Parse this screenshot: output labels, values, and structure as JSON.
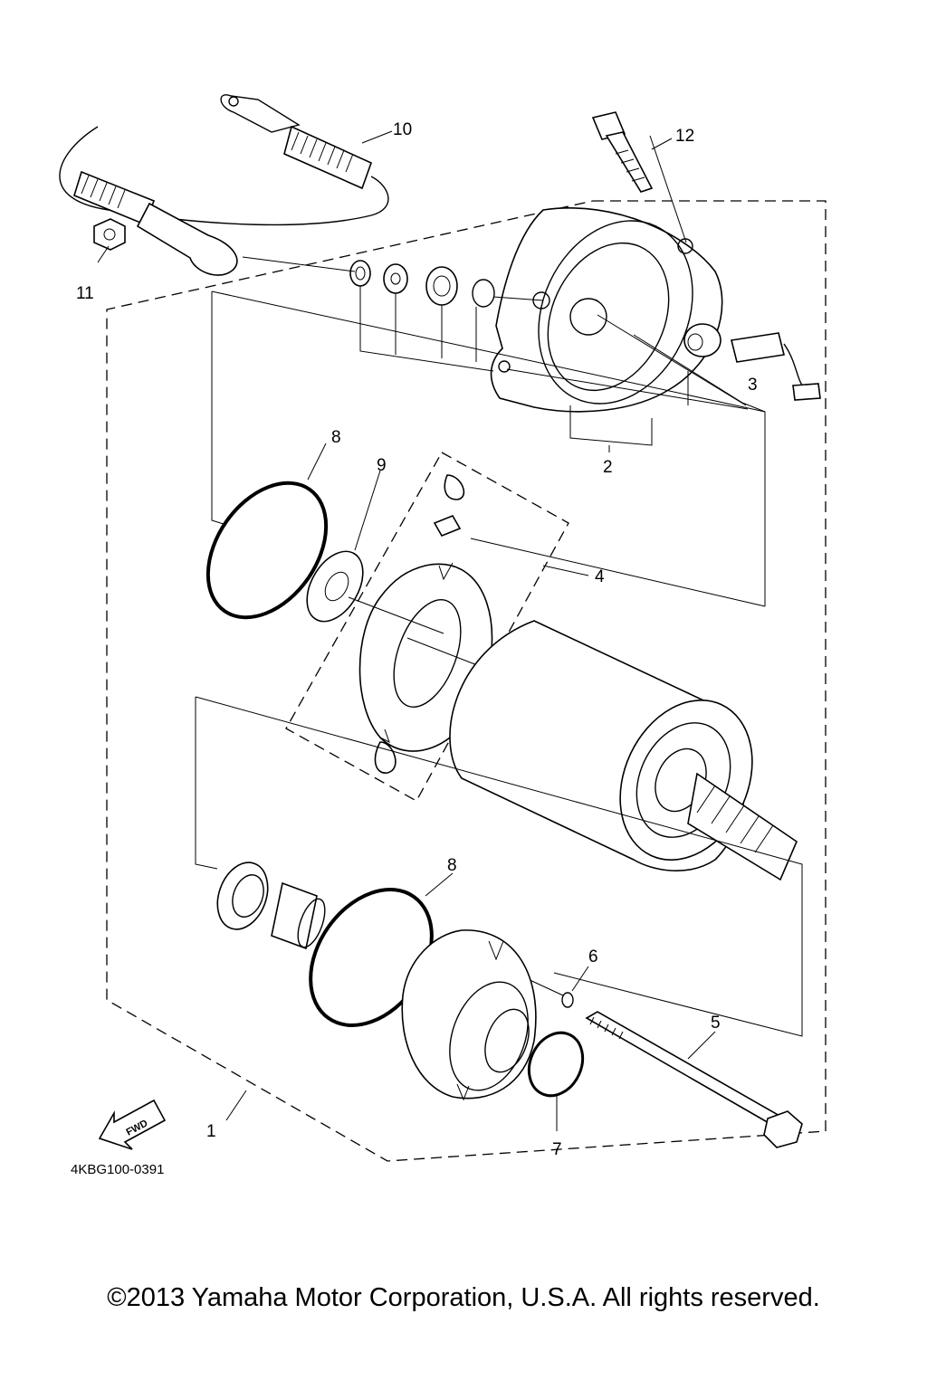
{
  "diagram": {
    "callouts": [
      {
        "id": "1",
        "label": "1"
      },
      {
        "id": "2",
        "label": "2"
      },
      {
        "id": "3",
        "label": "3"
      },
      {
        "id": "4",
        "label": "4"
      },
      {
        "id": "5",
        "label": "5"
      },
      {
        "id": "6",
        "label": "6"
      },
      {
        "id": "7",
        "label": "7"
      },
      {
        "id": "8a",
        "label": "8"
      },
      {
        "id": "8b",
        "label": "8"
      },
      {
        "id": "9",
        "label": "9"
      },
      {
        "id": "10",
        "label": "10"
      },
      {
        "id": "11",
        "label": "11"
      },
      {
        "id": "12",
        "label": "12"
      }
    ],
    "fwd_label": "FWD",
    "diagram_code": "4KBG100-0391"
  },
  "footer": {
    "copyright": "©2013 Yamaha Motor Corporation, U.S.A. All rights reserved."
  }
}
